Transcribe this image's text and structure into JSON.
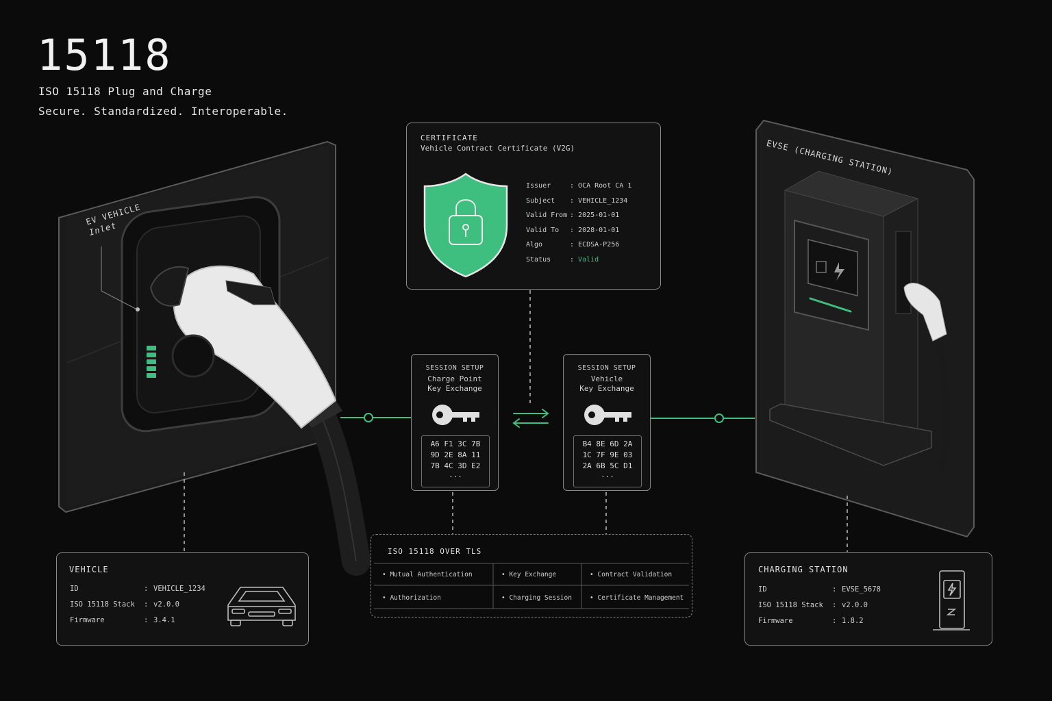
{
  "header": {
    "title": "15118",
    "subtitle": "ISO 15118 Plug and Charge",
    "tagline": "Secure. Standardized. Interoperable."
  },
  "ev_panel": {
    "label": "EV VEHICLE",
    "sublabel": "Inlet"
  },
  "evse_panel": {
    "label": "EVSE (CHARGING STATION)"
  },
  "certificate": {
    "heading": "CERTIFICATE",
    "title": "Vehicle Contract Certificate (V2G)",
    "fields": [
      {
        "key": "Issuer",
        "value": "OCA Root CA 1"
      },
      {
        "key": "Subject",
        "value": "VEHICLE_1234"
      },
      {
        "key": "Valid From",
        "value": "2025-01-01"
      },
      {
        "key": "Valid To",
        "value": "2028-01-01"
      },
      {
        "key": "Algo",
        "value": "ECDSA-P256"
      },
      {
        "key": "Status",
        "value": "Valid"
      }
    ]
  },
  "session_left": {
    "heading": "SESSION SETUP",
    "line1": "Charge Point",
    "line2": "Key Exchange",
    "hex": [
      "A6 F1 3C 7B",
      "9D 2E 8A 11",
      "7B 4C 3D E2",
      "..."
    ]
  },
  "session_right": {
    "heading": "SESSION SETUP",
    "line1": "Vehicle",
    "line2": "Key Exchange",
    "hex": [
      "B4 8E 6D 2A",
      "1C 7F 9E 03",
      "2A 6B 5C D1",
      "..."
    ]
  },
  "tls": {
    "heading": "ISO 15118 OVER TLS",
    "items": [
      "• Mutual Authentication",
      "• Key Exchange",
      "• Contract Validation",
      "• Authorization",
      "• Charging Session",
      "• Certificate Management"
    ]
  },
  "vehicle_info": {
    "heading": "VEHICLE",
    "rows": [
      {
        "key": "ID",
        "value": "VEHICLE_1234"
      },
      {
        "key": "ISO 15118 Stack",
        "value": "v2.0.0"
      },
      {
        "key": "Firmware",
        "value": "3.4.1"
      }
    ]
  },
  "station_info": {
    "heading": "CHARGING STATION",
    "rows": [
      {
        "key": "ID",
        "value": "EVSE_5678"
      },
      {
        "key": "ISO 15118 Stack",
        "value": "v2.0.0"
      },
      {
        "key": "Firmware",
        "value": "1.8.2"
      }
    ]
  },
  "colors": {
    "accent": "#3fbf7f",
    "background": "#0b0b0b",
    "line": "#8a8a8a"
  },
  "icons": [
    "shield-lock-icon",
    "key-icon",
    "exchange-arrows-icon",
    "car-icon",
    "charger-icon"
  ]
}
